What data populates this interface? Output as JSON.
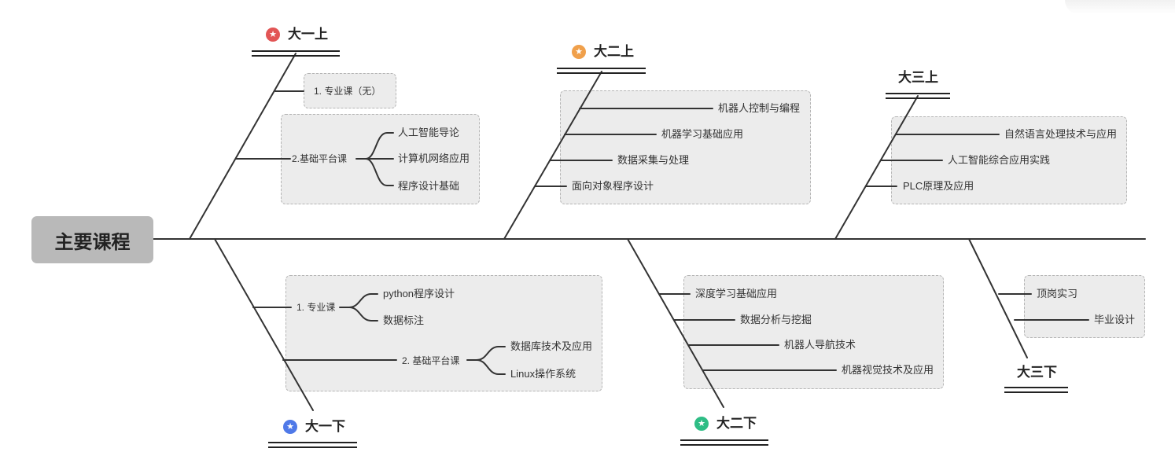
{
  "main_topic": "主要课程",
  "colors": {
    "star_red": "#e25555",
    "star_orange": "#f0a04b",
    "star_blue": "#4f79e8",
    "star_green": "#2ebd85",
    "star_glyph": "★"
  },
  "branches": {
    "y1a": {
      "title": "大一上",
      "icon": "star-badge-red-icon",
      "items": [
        "1. 专业课（无）",
        "2.基础平台课"
      ],
      "sub": [
        "人工智能导论",
        "计算机网络应用",
        "程序设计基础"
      ]
    },
    "y1b": {
      "title": "大一下",
      "icon": "star-badge-blue-icon",
      "items": [
        "1. 专业课",
        "2. 基础平台课"
      ],
      "sub1": [
        "python程序设计",
        "数据标注"
      ],
      "sub2": [
        "数据库技术及应用",
        "Linux操作系统"
      ]
    },
    "y2a": {
      "title": "大二上",
      "icon": "star-badge-orange-icon",
      "items": [
        "机器人控制与编程",
        "机器学习基础应用",
        "数据采集与处理",
        "面向对象程序设计"
      ]
    },
    "y2b": {
      "title": "大二下",
      "icon": "star-badge-green-icon",
      "items": [
        "深度学习基础应用",
        "数据分析与挖掘",
        "机器人导航技术",
        "机器视觉技术及应用"
      ]
    },
    "y3a": {
      "title": "大三上",
      "items": [
        "自然语言处理技术与应用",
        "人工智能综合应用实践",
        "PLC原理及应用"
      ]
    },
    "y3b": {
      "title": "大三下",
      "items": [
        "顶岗实习",
        "毕业设计"
      ]
    }
  }
}
